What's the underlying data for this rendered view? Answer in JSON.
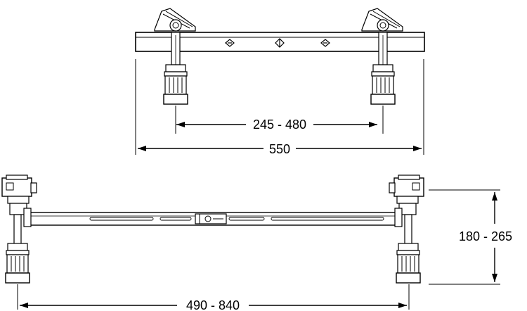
{
  "top_view": {
    "inner_dimension": "245 - 480",
    "outer_dimension": "550"
  },
  "bottom_view": {
    "width_dimension": "490 - 840",
    "height_dimension": "180 - 265"
  },
  "colors": {
    "line": "#000000",
    "frame_fill": "#e0e0e0",
    "background": "#ffffff"
  }
}
